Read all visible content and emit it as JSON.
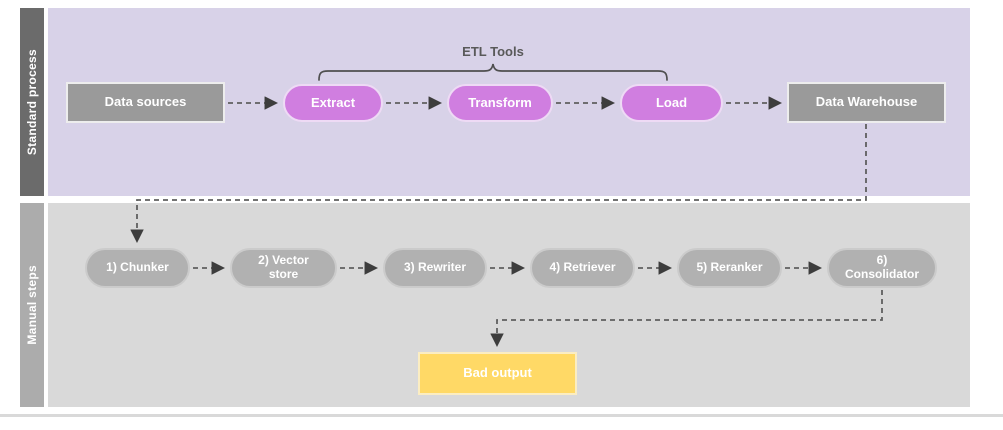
{
  "colors": {
    "band-standard": "#6b6b6b",
    "band-manual": "#acacac",
    "lane-standard": "#d8d2e8",
    "lane-manual": "#d9d9d9",
    "box-gray": "#9a9a9a",
    "pill-pink": "#d07ee0",
    "pill-gray": "#b1b1b1",
    "box-yellow": "#ffd966",
    "connector": "#5f5f5f",
    "annotation-text": "#595959"
  },
  "lanes": {
    "standard": {
      "label": "Standard process"
    },
    "manual": {
      "label": "Manual steps"
    }
  },
  "annotation": {
    "label": "ETL Tools"
  },
  "nodes": {
    "data_sources": {
      "label": "Data sources",
      "shape": "rectangle",
      "color": "#9a9a9a"
    },
    "extract": {
      "label": "Extract",
      "shape": "pill",
      "color": "#d07ee0"
    },
    "transform": {
      "label": "Transform",
      "shape": "pill",
      "color": "#d07ee0"
    },
    "load": {
      "label": "Load",
      "shape": "pill",
      "color": "#d07ee0"
    },
    "data_warehouse": {
      "label": "Data Warehouse",
      "shape": "rectangle",
      "color": "#9a9a9a"
    },
    "chunker": {
      "label": "1) Chunker",
      "shape": "pill",
      "color": "#b1b1b1"
    },
    "vector_store": {
      "label": "2) Vector store",
      "shape": "pill",
      "color": "#b1b1b1"
    },
    "rewriter": {
      "label": "3) Rewriter",
      "shape": "pill",
      "color": "#b1b1b1"
    },
    "retriever": {
      "label": "4) Retriever",
      "shape": "pill",
      "color": "#b1b1b1"
    },
    "reranker": {
      "label": "5) Reranker",
      "shape": "pill",
      "color": "#b1b1b1"
    },
    "consolidator": {
      "label": "6) Consolidator",
      "shape": "pill",
      "color": "#b1b1b1"
    },
    "bad_output": {
      "label": "Bad output",
      "shape": "rectangle",
      "color": "#ffd966"
    }
  },
  "edges": [
    {
      "from": "data_sources",
      "to": "extract",
      "style": "dashed-arrow"
    },
    {
      "from": "extract",
      "to": "transform",
      "style": "dashed-arrow"
    },
    {
      "from": "transform",
      "to": "load",
      "style": "dashed-arrow"
    },
    {
      "from": "load",
      "to": "data_warehouse",
      "style": "dashed-arrow"
    },
    {
      "from": "data_warehouse",
      "to": "chunker",
      "style": "dashed-arrow-elbow"
    },
    {
      "from": "chunker",
      "to": "vector_store",
      "style": "dashed-arrow"
    },
    {
      "from": "vector_store",
      "to": "rewriter",
      "style": "dashed-arrow"
    },
    {
      "from": "rewriter",
      "to": "retriever",
      "style": "dashed-arrow"
    },
    {
      "from": "retriever",
      "to": "reranker",
      "style": "dashed-arrow"
    },
    {
      "from": "reranker",
      "to": "consolidator",
      "style": "dashed-arrow"
    },
    {
      "from": "consolidator",
      "to": "bad_output",
      "style": "dashed-arrow-elbow"
    }
  ],
  "brace": {
    "spans": [
      "extract",
      "transform",
      "load"
    ]
  }
}
